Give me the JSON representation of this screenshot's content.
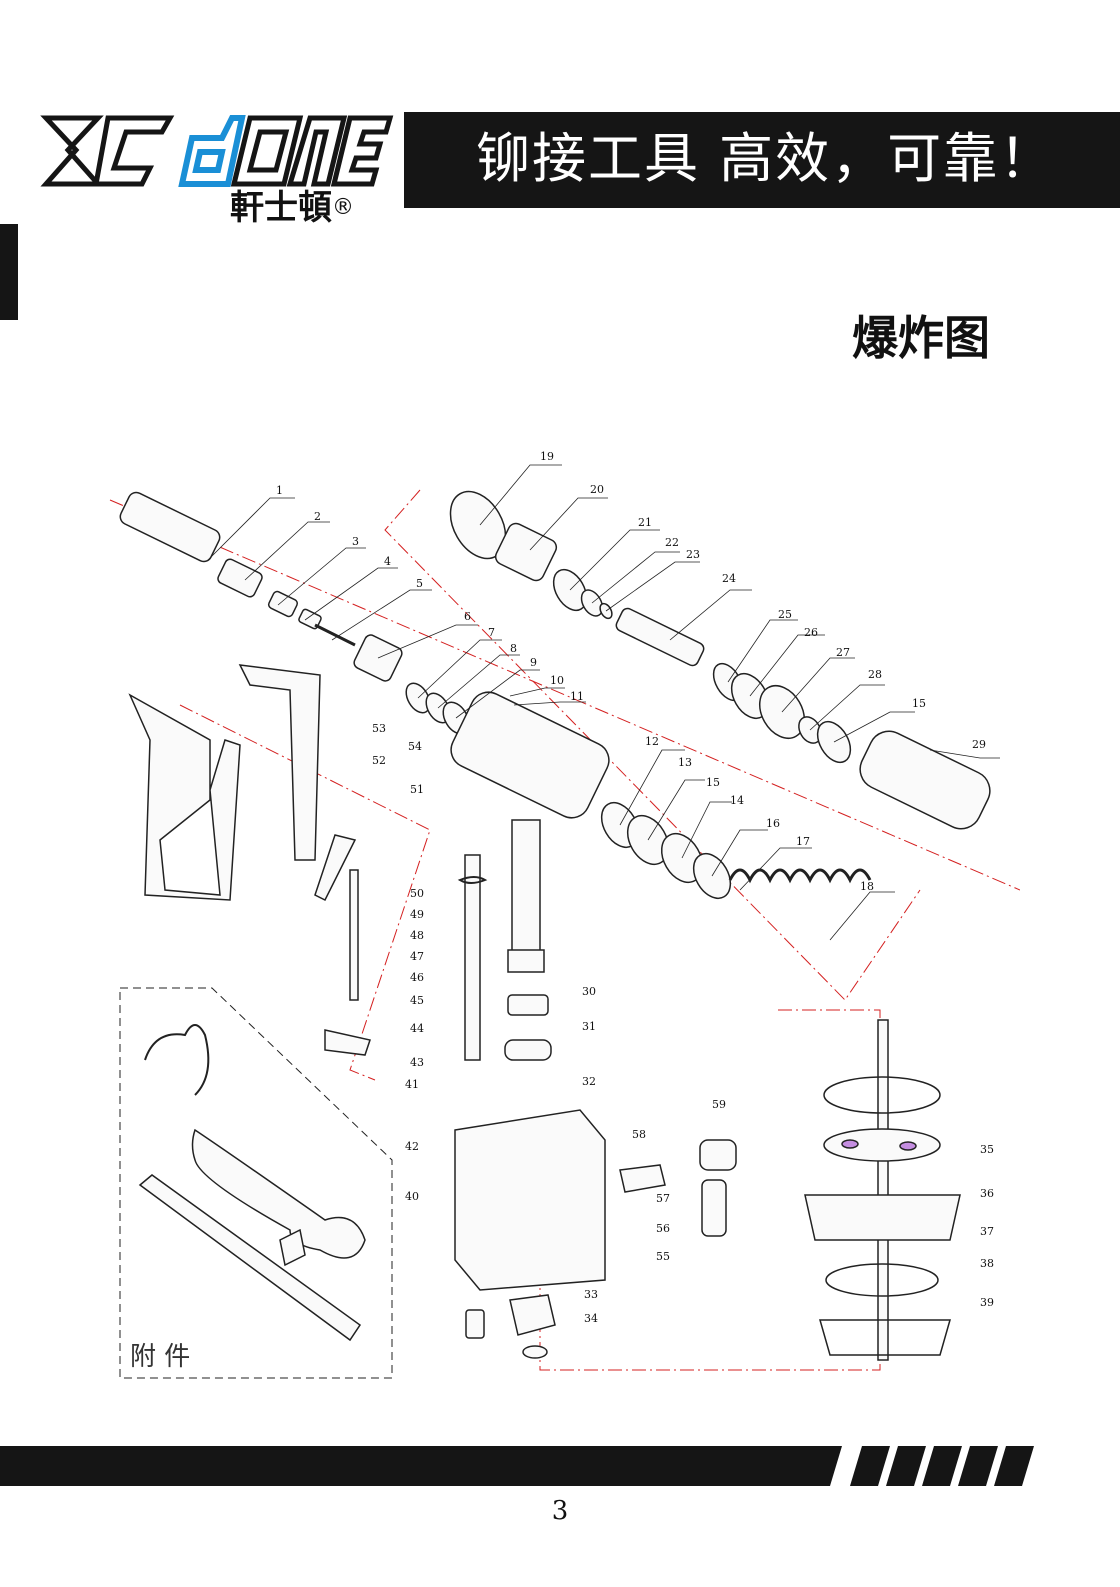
{
  "header": {
    "brand_latin": "XCdONE",
    "brand_cn": "軒士頓",
    "brand_reg": "®",
    "slogan": "铆接工具 高效，可靠！"
  },
  "section_title": "爆炸图",
  "diagram": {
    "callouts": [
      "1",
      "2",
      "3",
      "4",
      "5",
      "6",
      "7",
      "8",
      "9",
      "10",
      "11",
      "12",
      "13",
      "15",
      "14",
      "16",
      "17",
      "18",
      "19",
      "20",
      "21",
      "22",
      "23",
      "24",
      "25",
      "26",
      "27",
      "28",
      "15",
      "29",
      "54",
      "53",
      "52",
      "51",
      "50",
      "49",
      "48",
      "47",
      "46",
      "45",
      "44",
      "43",
      "41",
      "42",
      "40",
      "30",
      "31",
      "32",
      "59",
      "58",
      "57",
      "56",
      "55",
      "33",
      "34",
      "35",
      "36",
      "37",
      "38",
      "39"
    ],
    "accessory_label": "附 件"
  },
  "footer": {
    "page_number": "3"
  },
  "colors": {
    "band": "#151515",
    "accent_blue": "#1a8fd6",
    "dash_red": "#d42020"
  }
}
